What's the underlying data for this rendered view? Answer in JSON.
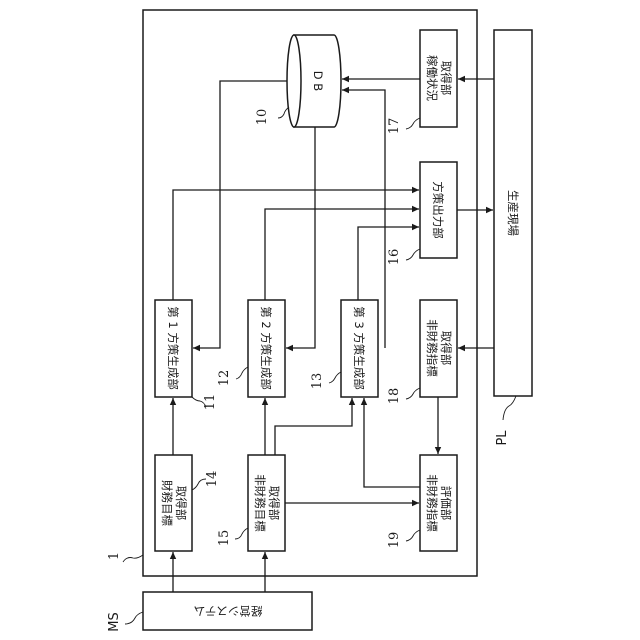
{
  "diagram": {
    "system": {
      "ref": "1"
    },
    "database": {
      "label": "D B",
      "ref": "10"
    },
    "blocks": {
      "policy_gen_1": {
        "label": "第 1 方策生成部",
        "ref": "11"
      },
      "policy_gen_2": {
        "label": "第 2 方策生成部",
        "ref": "12"
      },
      "policy_gen_3": {
        "label": "第 3 方策生成部",
        "ref": "13"
      },
      "financial_target": {
        "line1": "財務目標",
        "line2": "取得部",
        "ref": "14"
      },
      "nonfinancial_target": {
        "line1": "非財務目標",
        "line2": "取得部",
        "ref": "15"
      },
      "policy_output": {
        "label": "方策出力部",
        "ref": "16"
      },
      "operation_status": {
        "line1": "稼働状況",
        "line2": "取得部",
        "ref": "17"
      },
      "nonfinancial_index": {
        "line1": "非財務指標",
        "line2": "取得部",
        "ref": "18"
      },
      "nonfinancial_eval": {
        "line1": "非財務指標",
        "line2": "評価部",
        "ref": "19"
      }
    },
    "production_site": {
      "label": "生産現場",
      "ref": "PL"
    },
    "management_system": {
      "label": "経営システム",
      "ref": "MS"
    }
  }
}
